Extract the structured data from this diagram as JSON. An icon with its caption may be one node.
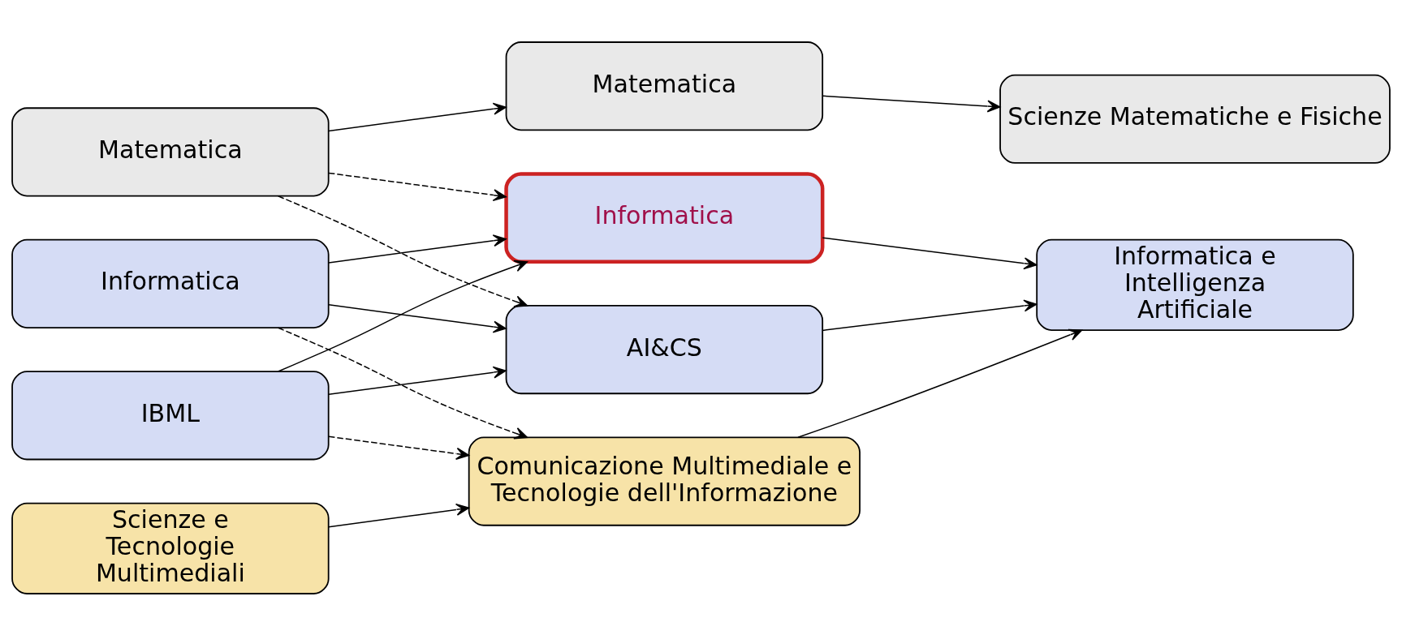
{
  "diagram": {
    "nodes": [
      {
        "text": [
          "Matematica"
        ]
      },
      {
        "text": [
          "Informatica"
        ]
      },
      {
        "text": [
          "IBML"
        ]
      },
      {
        "text": [
          "Scienze e Tecnologie Multimediali"
        ]
      },
      {
        "text": [
          "Matematica"
        ]
      },
      {
        "text": [
          "Informatica"
        ]
      },
      {
        "text": [
          "AI&CS"
        ]
      },
      {
        "text": [
          "Comunicazione Multimediale e Tecnologie dell'Informazione"
        ]
      },
      {
        "text": [
          "Scienze Matematiche e Fisiche"
        ]
      },
      {
        "text": [
          "Informatica e Intelligenza Artificiale"
        ]
      }
    ],
    "edges": [
      {
        "from": 0,
        "to": 4,
        "arrow": "to"
      },
      {
        "from": 0,
        "to": 5,
        "arrow": "to",
        "style": "dashed"
      },
      {
        "from": 0,
        "to": 6,
        "arrow": "to",
        "style": "dashed"
      },
      {
        "from": 1,
        "to": 5,
        "arrow": "to"
      },
      {
        "from": 1,
        "to": 6,
        "arrow": "to"
      },
      {
        "from": 1,
        "to": 7,
        "arrow": "to",
        "style": "dashed"
      },
      {
        "from": 2,
        "to": 5,
        "arrow": "to"
      },
      {
        "from": 2,
        "to": 6,
        "arrow": "to"
      },
      {
        "from": 2,
        "to": 7,
        "arrow": "to",
        "style": "dashed"
      },
      {
        "from": 3,
        "to": 7,
        "arrow": "to"
      },
      {
        "from": 4,
        "to": 8,
        "arrow": "to"
      },
      {
        "from": 5,
        "to": 9,
        "arrow": "to"
      },
      {
        "from": 6,
        "to": 9,
        "arrow": "to"
      },
      {
        "from": 7,
        "to": 9,
        "arrow": "to"
      }
    ]
  }
}
